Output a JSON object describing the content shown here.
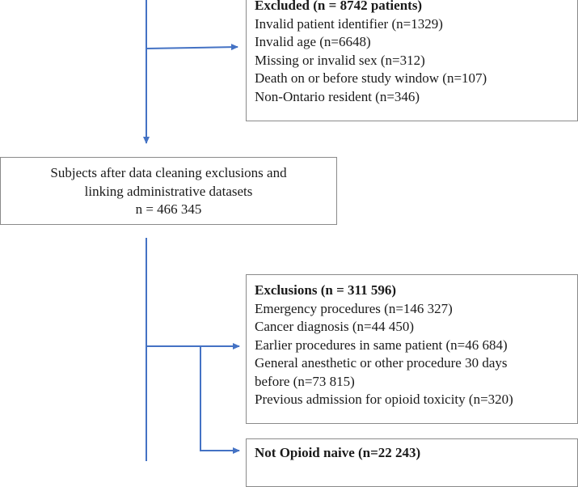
{
  "excluded_box": {
    "title": "Excluded (n = 8742 patients)",
    "items": [
      "Invalid patient identifier (n=1329)",
      "Invalid age (n=6648)",
      "Missing or invalid sex (n=312)",
      "Death on or before study window (n=107)",
      "Non-Ontario resident (n=346)"
    ]
  },
  "subjects_box": {
    "lines": [
      "Subjects after data cleaning exclusions and",
      "linking administrative datasets",
      "n = 466 345"
    ]
  },
  "exclusions_box": {
    "title": "Exclusions (n = 311 596)",
    "items": [
      "Emergency procedures (n=146 327)",
      "Cancer diagnosis (n=44 450)",
      "Earlier procedures in same patient (n=46 684)",
      "General anesthetic or other procedure 30 days",
      "before (n=73 815)",
      "Previous admission for opioid toxicity (n=320)"
    ]
  },
  "not_naive_box": {
    "title": "Not Opioid naive (n=22 243)"
  },
  "colors": {
    "connector": "#4472c4",
    "box_border": "#8a8a8a",
    "text": "#1a1a1a"
  }
}
